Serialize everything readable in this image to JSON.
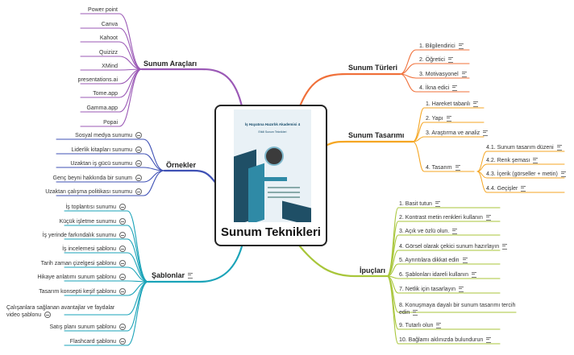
{
  "central_topic": "Sunum Teknikleri",
  "poster_texts": {
    "title": "İş Hayatına Hazırlık Akademisi 4",
    "subtitle": "Etkili Sunum Teknikleri"
  },
  "branches": {
    "sunum_araclari": {
      "label": "Sunum Araçları",
      "color": "#9b59b6",
      "items": [
        "Power point",
        "Canva",
        "Kahoot",
        "Quizizz",
        "XMind",
        "presentations.ai",
        "Tome.app",
        "Gamma.app",
        "Popai"
      ]
    },
    "ornekler": {
      "label": "Örnekler",
      "color": "#3f51b5",
      "items": [
        "Sosyal medya sunumu",
        "Liderlik kitapları sunumu",
        "Uzaktan iş gücü sunumu",
        "Genç beyni hakkında bir sunum",
        "Uzaktan çalışma politikası sunumu"
      ]
    },
    "sablonlar": {
      "label": "Şablonlar",
      "color": "#1aa3b8",
      "items": [
        "İş toplantısı sunumu",
        "Küçük işletme sunumu",
        "İş yerinde farkındalık sunumu",
        "İş incelemesi şablonu",
        "Tarih zaman çizelgesi şablonu",
        "Hikaye anlatımı sunum şablonu",
        "Tasarım konsepti keşif şablonu",
        "Çalışanlara sağlanan avantajlar ve faydalar video şablonu",
        "Satış planı sunum şablonu",
        "Flashcard şablonu"
      ]
    },
    "sunum_turleri": {
      "label": "Sunum Türleri",
      "color": "#f0703a",
      "items": [
        "1. Bilgilendirici",
        "2. Öğretici",
        "3. Motivasyonel",
        "4. İkna edici"
      ]
    },
    "sunum_tasarimi": {
      "label": "Sunum Tasarımı",
      "color": "#f5a623",
      "items": [
        "1. Hareket tabanlı",
        "2. Yapı",
        "3. Araştırma ve analiz",
        "4. Tasarım"
      ],
      "sub_items": [
        "4.1. Sunum tasarım düzeni",
        "4.2. Renk şeması",
        "4.3. İçerik (görseller + metin)",
        "4.4. Geçişler"
      ]
    },
    "ipuclari": {
      "label": "İpuçları",
      "color": "#a8c63a",
      "items": [
        "1. Basit tutun",
        "2. Kontrast metin renkleri kullanın",
        "3. Açık ve özlü olun.",
        "4. Görsel olarak çekici sunum hazırlayın",
        "5. Ayrıntılara dikkat edin",
        "6. Şablonları idareli kullanın",
        "7. Netlik için tasarlayın",
        "8. Konuşmaya dayalı bir sunum tasarımı tercih edin",
        "9. Tutarlı olun",
        "10. Bağlamı aklınızda bulundurun"
      ]
    }
  }
}
